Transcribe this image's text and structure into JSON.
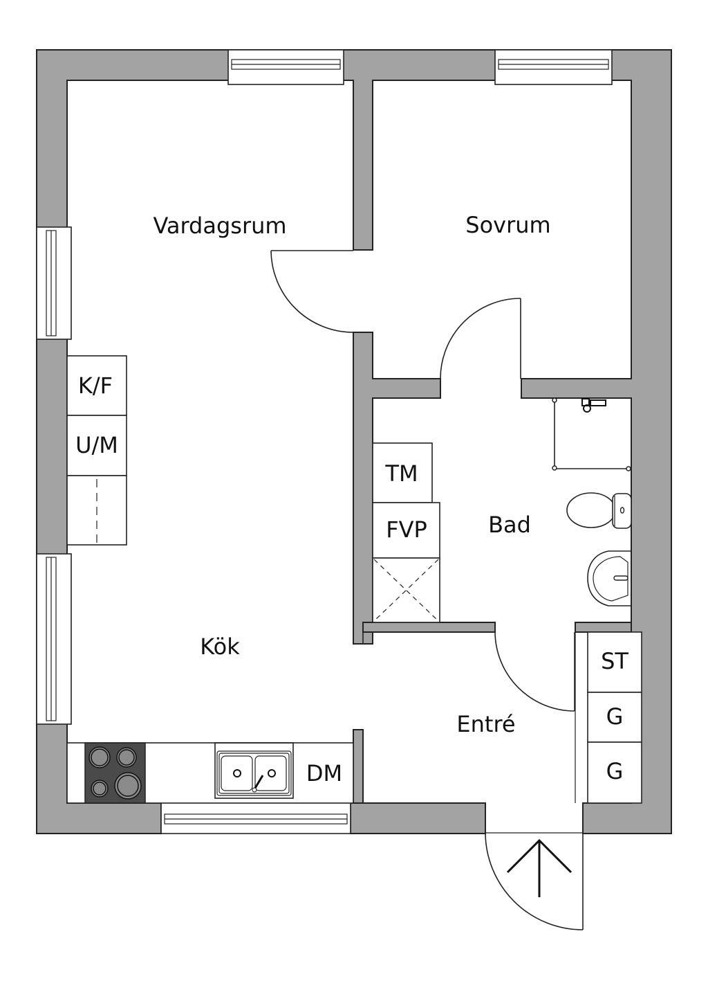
{
  "rooms": {
    "living": "Vardagsrum",
    "bedroom": "Sovrum",
    "kitchen": "Kök",
    "bath": "Bad",
    "entry": "Entré"
  },
  "fixtures": {
    "fridge_freezer": "K/F",
    "oven_microwave": "U/M",
    "dryer": "TM",
    "washer": "FVP",
    "dishwasher": "DM",
    "storage": "ST",
    "wardrobe_1": "G",
    "wardrobe_2": "G"
  },
  "colors": {
    "wall": "#a3a3a3",
    "stroke": "#222222",
    "cooktop": "#4a4a4a",
    "burner": "#8a8a8a"
  },
  "icons": {
    "entrance": "arrow-up-icon"
  }
}
